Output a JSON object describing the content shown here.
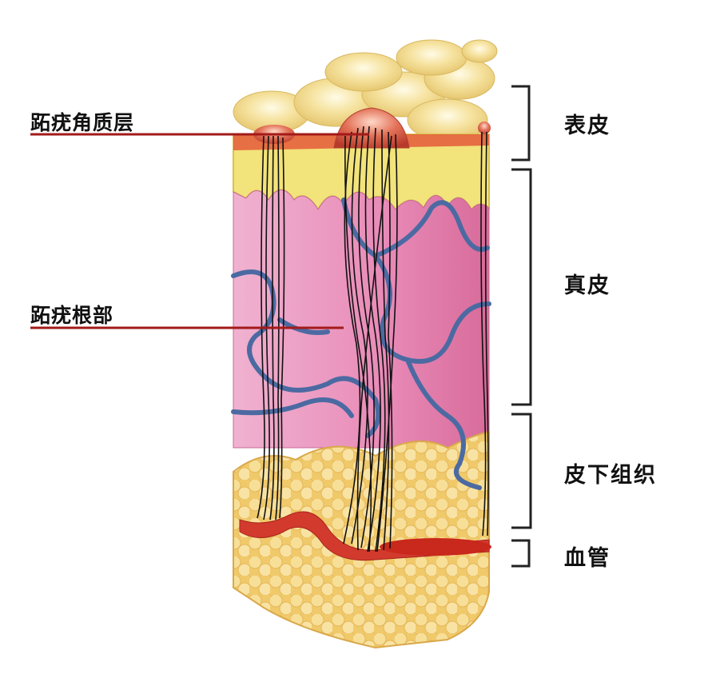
{
  "callouts": {
    "corn_keratin": "跖疣角质层",
    "corn_root": "跖疣根部"
  },
  "layers": {
    "epidermis": "表皮",
    "dermis": "真皮",
    "subcutaneous": "皮下组织",
    "blood_vessel": "血管"
  },
  "colors": {
    "epidermis_yellow": "#f2e37a",
    "dermis_pink": "#e98ab6",
    "fat_yellow": "#f3d98a",
    "vessel_blue": "#4c6aa2",
    "vessel_red": "#d23a2e",
    "callout_line": "#a31a1a"
  }
}
